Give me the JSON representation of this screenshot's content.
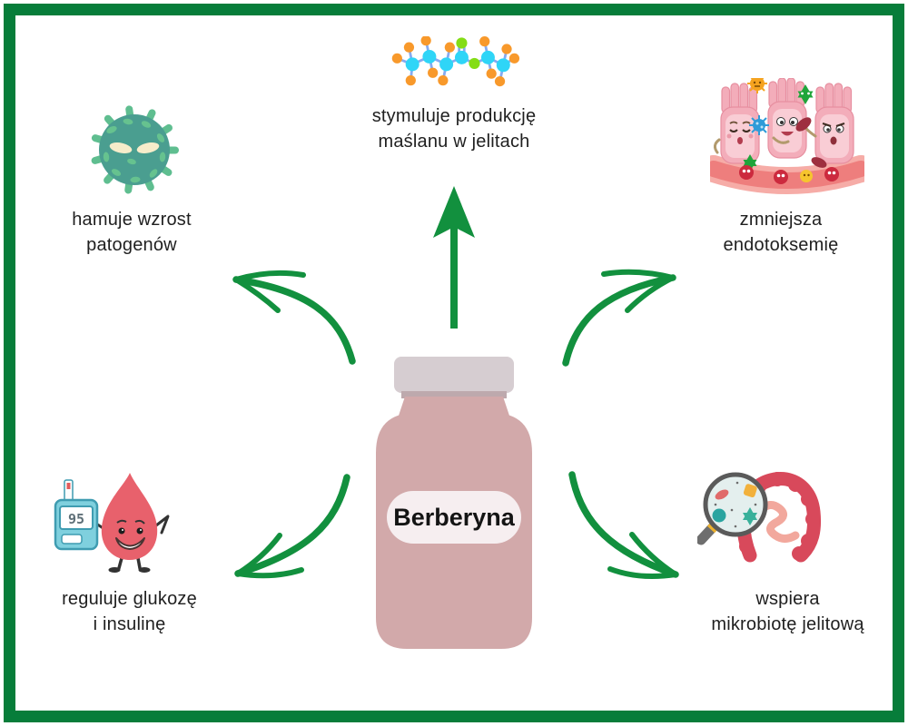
{
  "product": {
    "label": "Berberyna"
  },
  "benefits": {
    "top": {
      "line1": "stymuluje produkcję",
      "line2": "maślanu w jelitach",
      "icon": "butyrate-molecule-icon"
    },
    "top_left": {
      "line1": "hamuje wzrost",
      "line2": "patogenów",
      "icon": "pathogen-virus-icon"
    },
    "top_right": {
      "line1": "zmniejsza",
      "line2": "endotoksemię",
      "icon": "gut-villi-endotoxins-icon"
    },
    "bottom_left": {
      "line1": "reguluje glukozę",
      "line2": "i insulinę",
      "icon": "blood-drop-glucometer-icon",
      "glucometer_value": "95"
    },
    "bottom_right": {
      "line1": "wspiera",
      "line2": "mikrobiotę jelitową",
      "icon": "magnifier-gut-microbiota-icon"
    }
  },
  "colors": {
    "frame_green": "#077d3a",
    "arrow_green": "#12903e",
    "bottle_body": "#d2a9aa",
    "bottle_cap": "#d6cdd1",
    "bottle_label_bg": "#f6eef0",
    "text": "#1f1f1f"
  }
}
